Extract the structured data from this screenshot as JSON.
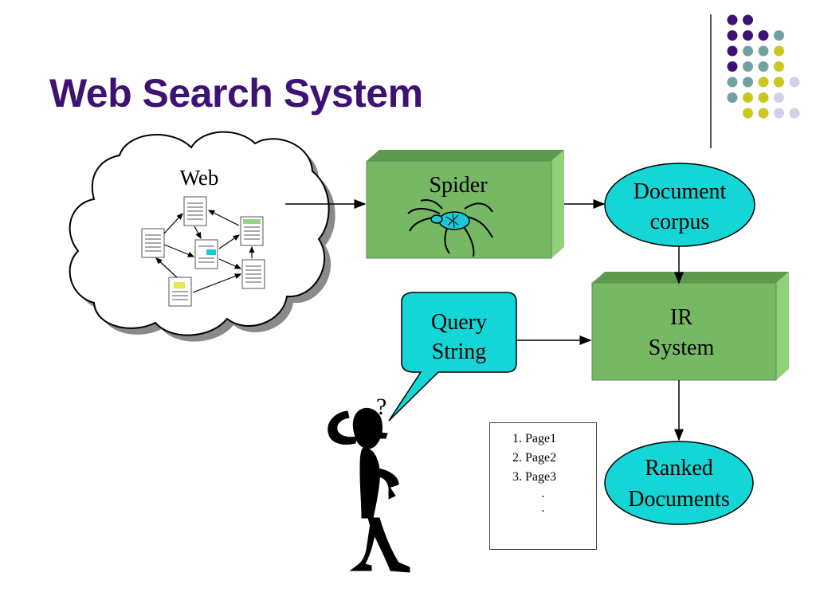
{
  "slide": {
    "title": "Web Search System"
  },
  "diagram": {
    "web_label": "Web",
    "spider_label": "Spider",
    "corpus_label_line1": "Document",
    "corpus_label_line2": "corpus",
    "ir_label_line1": "IR",
    "ir_label_line2": "System",
    "query_label_line1": "Query",
    "query_label_line2": "String",
    "ranked_label_line1": "Ranked",
    "ranked_label_line2": "Documents",
    "question_mark": "?",
    "results": [
      "Page1",
      "Page2",
      "Page3"
    ],
    "ellipsis": [
      ".",
      "."
    ]
  },
  "colors": {
    "title": "#3d1273",
    "box_green": "#77b865",
    "box_green_top": "#5e9a4e",
    "box_green_side": "#8fd27a",
    "ellipse_cyan": "#14d6d6",
    "dot_purple": "#3d1273",
    "dot_teal": "#6fa2a0",
    "dot_yellow": "#c8c820",
    "dot_lavender": "#d2d2e6"
  }
}
